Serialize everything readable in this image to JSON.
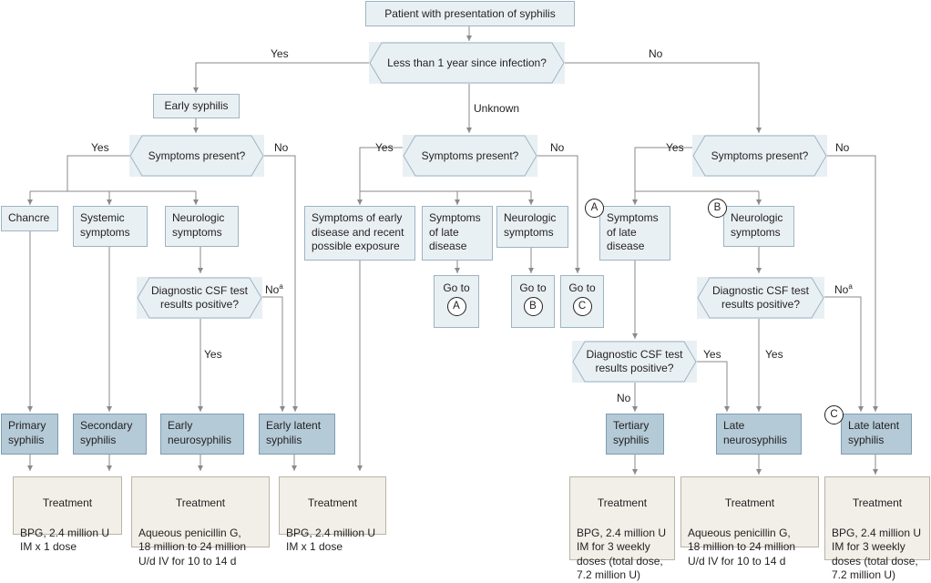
{
  "start": "Patient with presentation of syphilis",
  "q_time": "Less than 1 year since infection?",
  "yes": "Yes",
  "no": "No",
  "unknown": "Unknown",
  "no_a": "No",
  "sup_a": "a",
  "early_syphilis": "Early syphilis",
  "symptoms_present": "Symptoms present?",
  "chancre": "Chancre",
  "systemic_symptoms": "Systemic\nsymptoms",
  "neurologic_symptoms": "Neurologic\nsymptoms",
  "csf_question": "Diagnostic CSF test\nresults positive?",
  "primary_syphilis": "Primary\nsyphilis",
  "secondary_syphilis": "Secondary\nsyphilis",
  "early_neurosyphilis": "Early\nneurosyphilis",
  "early_latent": "Early latent\nsyphilis",
  "treatment": "Treatment",
  "treat_bpg_single": "BPG, 2.4 million U\nIM x 1 dose",
  "treat_penicillin": "Aqueous penicillin G,\n18 million to 24 million\nU/d IV for 10 to 14 d",
  "treat_bpg_weekly": "BPG, 2.4 million U\nIM for 3 weekly\ndoses (total dose,\n7.2 million U)",
  "early_recent": "Symptoms of early\ndisease and recent\npossible exposure",
  "late_disease": "Symptoms\nof late\ndisease",
  "symptoms_late_disease": "Symptoms\nof late\ndisease",
  "go_to": "Go to",
  "A": "A",
  "B": "B",
  "C": "C",
  "tertiary": "Tertiary\nsyphilis",
  "late_neuro": "Late\nneurosyphilis",
  "late_latent": "Late latent\nsyphilis"
}
